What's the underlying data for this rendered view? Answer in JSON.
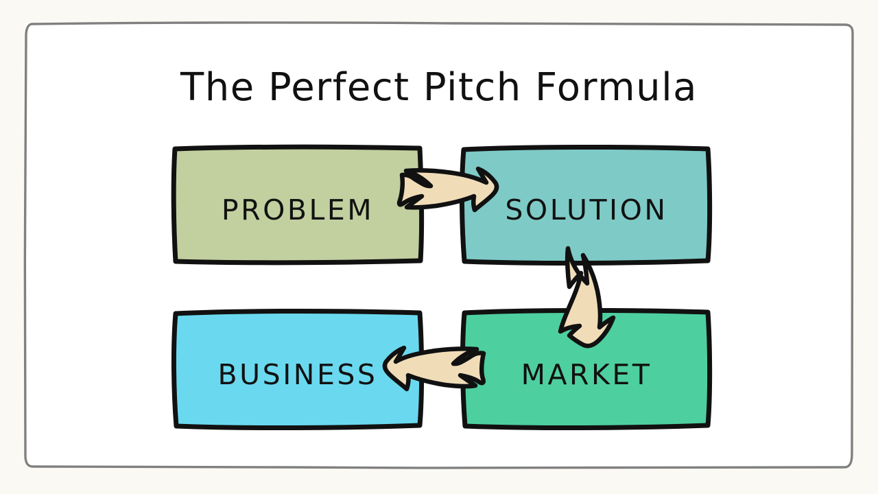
{
  "page": {
    "title": "The Perfect Pitch Formula",
    "background_color": "#fbf9f3",
    "canvas_color": "#ffffff",
    "frame_color": "#808080",
    "ink_color": "#111111"
  },
  "diagram": {
    "type": "cycle-flow",
    "arrow_color": "#f0ddb8",
    "arrow_outline_color": "#111111",
    "nodes": [
      {
        "id": "problem",
        "label": "PROBLEM",
        "fill": "#c2cf9f",
        "position": "top-left"
      },
      {
        "id": "solution",
        "label": "SOLUTION",
        "fill": "#7ecac6",
        "position": "top-right"
      },
      {
        "id": "market",
        "label": "MARKET",
        "fill": "#4ecfa0",
        "position": "bottom-right"
      },
      {
        "id": "business",
        "label": "BUSINESS",
        "fill": "#6ad9ef",
        "position": "bottom-left"
      }
    ],
    "arrows": [
      {
        "id": "problem-to-solution",
        "from": "problem",
        "to": "solution",
        "direction": "right"
      },
      {
        "id": "solution-to-market",
        "from": "solution",
        "to": "market",
        "direction": "down"
      },
      {
        "id": "market-to-business",
        "from": "market",
        "to": "business",
        "direction": "left"
      }
    ]
  }
}
